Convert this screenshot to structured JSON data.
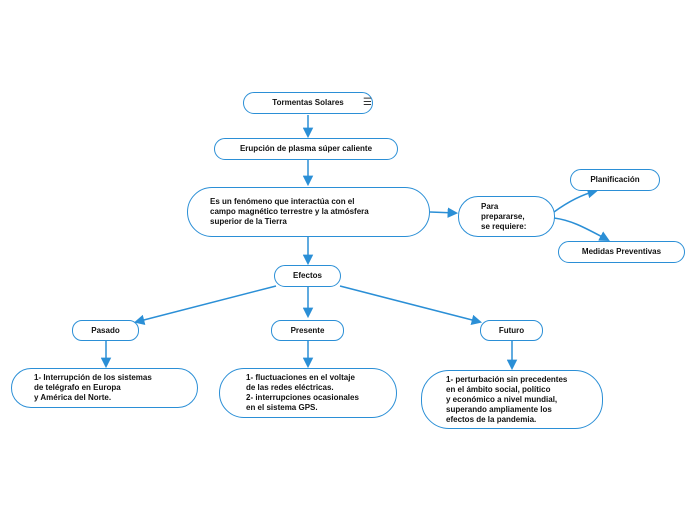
{
  "colors": {
    "line": "#2b8fd6",
    "node_border": "#2b8fd6",
    "text": "#111111",
    "background": "#ffffff"
  },
  "menu_icon": "☰",
  "nodes": {
    "root": "Tormentas Solares",
    "eruption": "Erupción de plasma súper caliente",
    "definition": "Es un fenómeno que interactúa con el\ncampo magnético terrestre y la atmósfera\nsuperior de la Tierra",
    "prepare": "Para\nprepararse,\nse requiere:",
    "planning": "Planificación",
    "measures": "Medidas Preventivas",
    "effects": "Efectos",
    "past": "Pasado",
    "present": "Presente",
    "future": "Futuro",
    "past_detail": "1-   Interrupción de los sistemas\n      de telégrafo en Europa\n      y América del Norte.",
    "present_detail": "1- fluctuaciones en el voltaje\n    de las redes eléctricas.\n2- interrupciones ocasionales\n    en el sistema GPS.",
    "future_detail": "1- perturbación sin precedentes\n    en el ámbito social, político\n    y económico a nivel mundial,\n    superando ampliamente los\n    efectos de la pandemia."
  }
}
